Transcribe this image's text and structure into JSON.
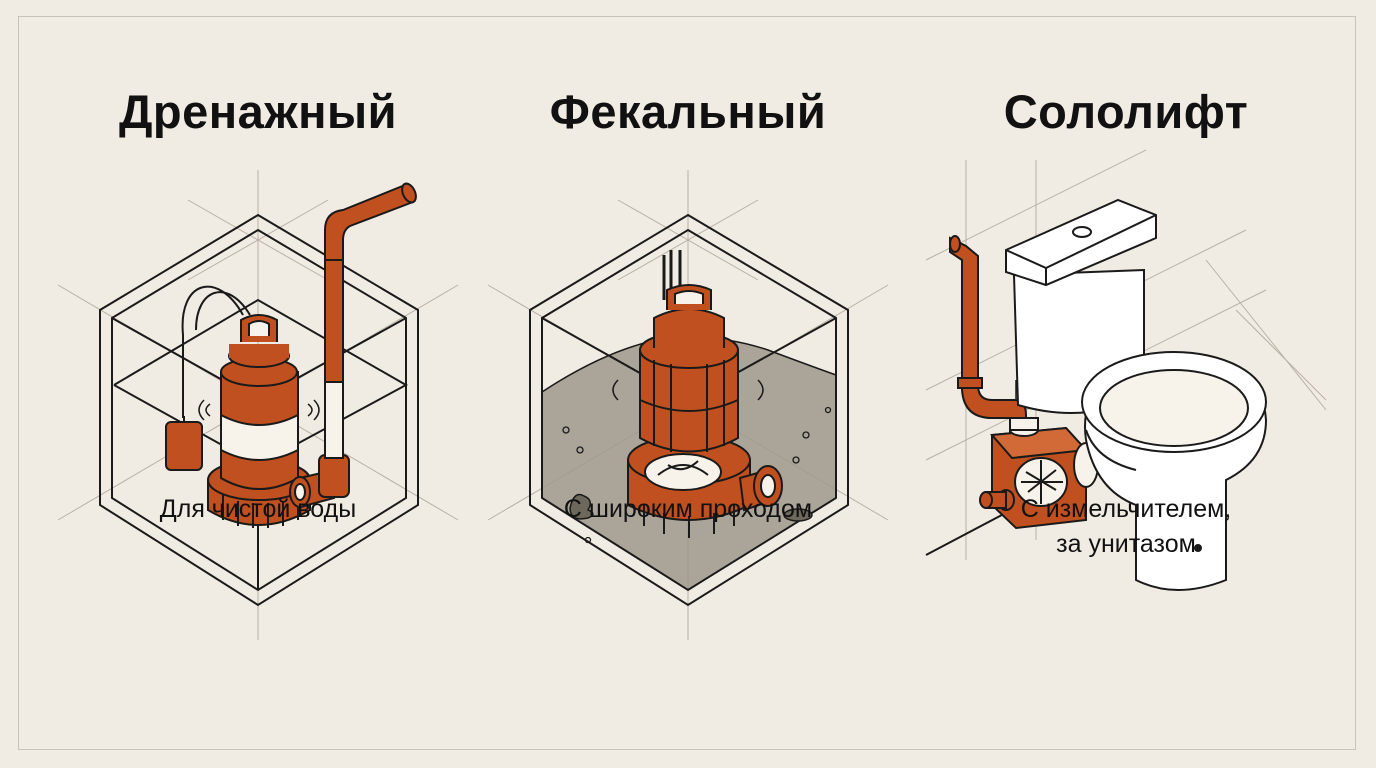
{
  "colors": {
    "background": "#f1ece3",
    "accent_orange": "#c0501f",
    "line": "#1a1a1a",
    "guide": "#b7b0a5",
    "water": "#9f988c"
  },
  "panels": [
    {
      "title": "Дренажный",
      "caption_lines": [
        "Для чистой воды"
      ],
      "icon": "drainage-pump-icon"
    },
    {
      "title": "Фекальный",
      "caption_lines": [
        "С широким проходом"
      ],
      "icon": "sewage-pump-icon"
    },
    {
      "title": "Сололифт",
      "caption_lines": [
        "С измельчителем,",
        "за унитазом"
      ],
      "icon": "toilet-macerator-icon"
    }
  ]
}
